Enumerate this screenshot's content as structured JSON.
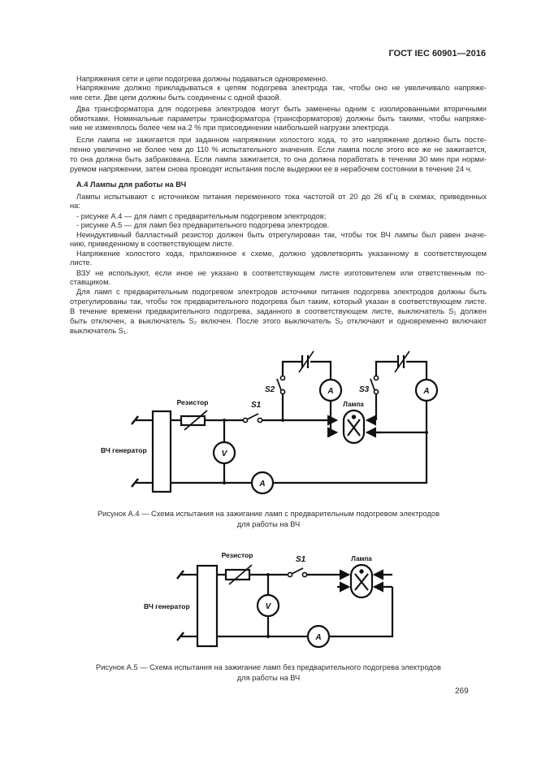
{
  "header": {
    "title": "ГОСТ IEC 60901—2016"
  },
  "body": {
    "paragraphs": [
      {
        "lines": [
          "Напряжения сети и цепи подогрева должны подаваться одновременно."
        ]
      },
      {
        "lines": [
          "Напряжение должно прикладываться к цепям подогрева электрода так, чтобы оно не увеличивало напряже-",
          "ние сети. Две цепи должны быть соединены с одной фазой."
        ]
      },
      {
        "lines": [
          "Два трансформатора для подогрева электродов могут быть заменены одним с изолированными вторичными",
          "обмотками. Номинальные параметры трансформатора (трансформаторов) должны быть такими, чтобы напряже-",
          "ние не изменялось более чем на 2 % при присоединении наибольшей нагрузки электрода."
        ]
      },
      {
        "lines": [
          "Если лампа не зажигается при заданном напряжении холостого хода, то это напряжение должно быть посте-",
          "пенно увеличено не более чем до 110 % испытательного значения. Если лампа после этого все же не зажигается,",
          "то она должна быть забракована. Если лампа зажигается, то она должна поработать в течении 30 мин при норми-",
          "руемом напряжении, затем снова проводят испытания после выдержки ее в нерабочем состоянии в течение 24 ч."
        ]
      },
      {
        "heading": true,
        "lines": [
          "А.4 Лампы для работы на ВЧ"
        ]
      },
      {
        "lines": [
          "Лампы испытывают с источником питания переменного тока частотой от 20 до 26 кГц в схемах, приведенных",
          "на:"
        ]
      },
      {
        "lines": [
          "- рисунке А.4 — для ламп с предварительным подогревом электродов;"
        ]
      },
      {
        "lines": [
          "- рисунке А.5 — для ламп без предварительного подогрева электродов."
        ]
      },
      {
        "lines": [
          "Неиндуктивный балластный резистор должен быть отрегулирован так, чтобы ток ВЧ лампы был равен значе-",
          "нию, приведенному в соответствующем листе."
        ]
      },
      {
        "lines": [
          "Напряжение холостого хода, приложенное к схеме, должно удовлетворять указанному в соответствующем",
          "листе."
        ]
      },
      {
        "lines": [
          "ВЗУ не используют, если иное не указано в соответствующем листе изготовителем или ответственным по-",
          "ставщиком."
        ]
      },
      {
        "lines": [
          "Для ламп с предварительным подогревом электродов источники питания подогрева электродов должны быть",
          "отрегулированы так, чтобы ток предварительного подогрева был таким, который указан в соответствующем листе.",
          "В течение времени предварительного подогрева, заданного в соответствующем листе, выключатель S₁ должен",
          "быть отключен, а выключатель S₂ включен. После этого выключатель S₂ отключают и одновременно включают",
          "выключатель S₁."
        ]
      }
    ]
  },
  "figure_a4": {
    "labels": {
      "resistor": "Резистор",
      "s1": "S1",
      "s2": "S2",
      "s3": "S3",
      "lamp": "Лампа",
      "generator": "ВЧ генератор",
      "voltmeter": "V",
      "ammeter": "A"
    },
    "caption": [
      "Рисунок А.4 — Схема испытания на зажигание ламп с предварительным подогревом электродов",
      "для работы на ВЧ"
    ]
  },
  "figure_a5": {
    "labels": {
      "resistor": "Резистор",
      "s1": "S1",
      "lamp": "Лампа",
      "generator": "ВЧ генератор",
      "voltmeter": "V",
      "ammeter": "A"
    },
    "caption": [
      "Рисунок А.5 — Схема испытания на зажигание ламп без предварительного подогрева электродов",
      "для работы на ВЧ"
    ]
  },
  "footer": {
    "page_number": "269"
  }
}
